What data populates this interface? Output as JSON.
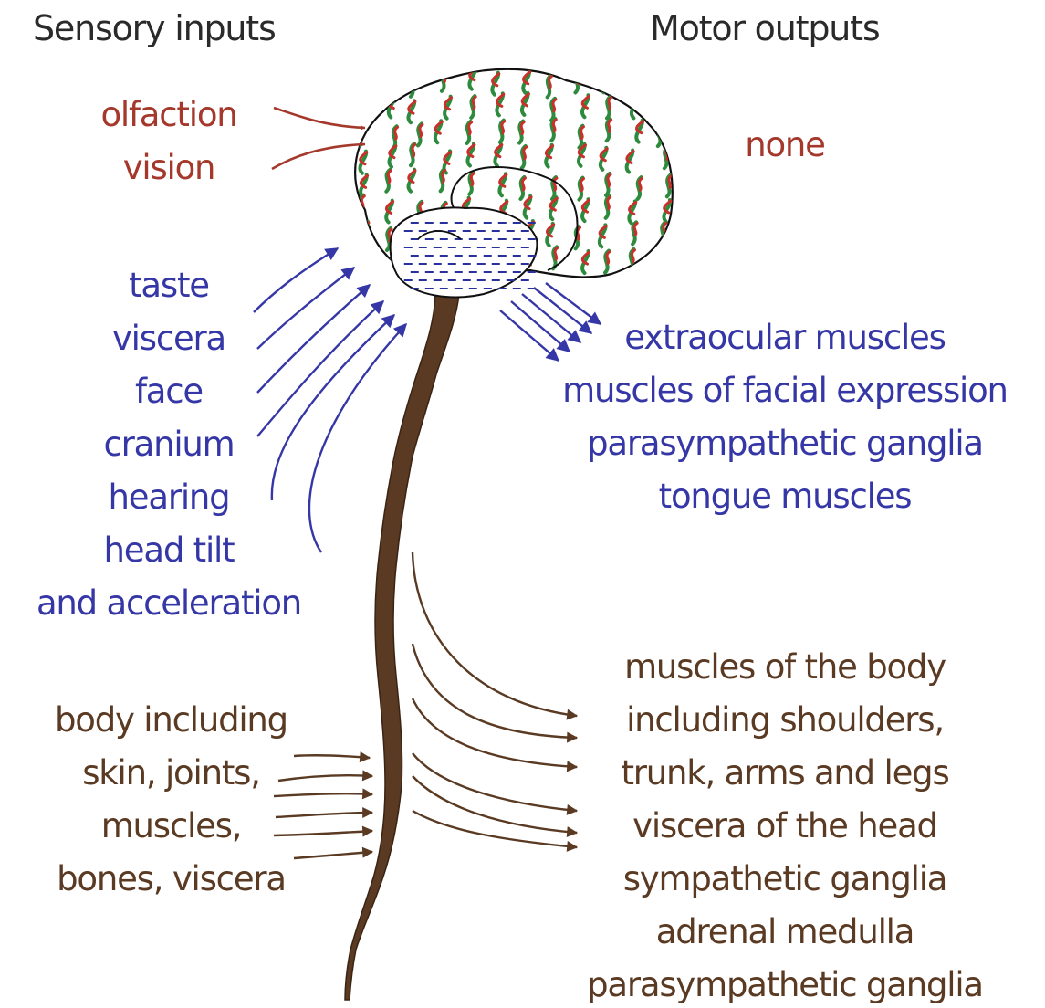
{
  "headers": {
    "sensory": "Sensory inputs",
    "motor": "Motor outputs"
  },
  "colors": {
    "red": "#a4382b",
    "blue": "#3637a6",
    "brown": "#5a3a22",
    "cortex_fill_green": "#2e8b3e",
    "cortex_fill_red": "#c8302a",
    "cerebellum_dash": "#28309a",
    "spinal_cord": "#5a3a22"
  },
  "sensory_red": [
    "olfaction",
    "vision"
  ],
  "motor_red": [
    "none"
  ],
  "sensory_blue": [
    "taste",
    "viscera",
    "face",
    "cranium",
    "hearing",
    "head tilt",
    "and acceleration"
  ],
  "motor_blue": [
    "extraocular muscles",
    "muscles of facial expression",
    "parasympathetic ganglia",
    "tongue muscles"
  ],
  "sensory_brown": [
    "body including",
    "skin, joints,",
    "muscles,",
    "bones, viscera"
  ],
  "motor_brown": [
    "muscles of the body",
    "including shoulders,",
    "trunk, arms and legs",
    "viscera of the head",
    "sympathetic ganglia",
    "adrenal medulla",
    "parasympathetic ganglia"
  ],
  "icons": {
    "brain": "brain-icon",
    "cerebellum": "cerebellum-icon",
    "spinal_cord": "spinal-cord-icon"
  }
}
